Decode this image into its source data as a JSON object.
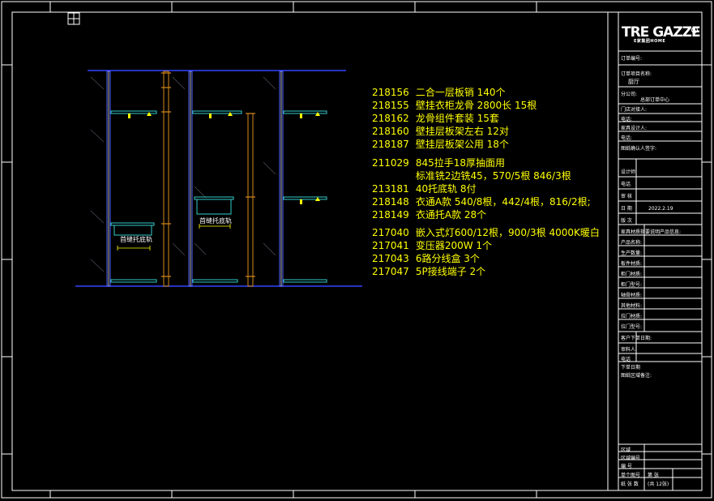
{
  "logo": {
    "main": "TRE GAZZE",
    "sub": "E家集团HOME",
    "mark": "R"
  },
  "drawing": {
    "label_left": "首缝托底轨",
    "label_mid": "首缝托底轨"
  },
  "bom": [
    {
      "code": "218156",
      "desc": "二合一层板销 140个"
    },
    {
      "code": "218155",
      "desc": "壁挂衣柜龙骨 2800长 15根"
    },
    {
      "code": "218162",
      "desc": "龙骨组件套装 15套"
    },
    {
      "code": "218160",
      "desc": "壁挂层板架左右 12对"
    },
    {
      "code": "218187",
      "desc": "壁挂层板架公用 18个"
    },
    {
      "code": "211029",
      "desc": "845拉手18厚抽面用"
    },
    {
      "code": "",
      "desc": "标准铣2边铣45，570/5根 846/3根"
    },
    {
      "code": "213181",
      "desc": "40托底轨 8付"
    },
    {
      "code": "218148",
      "desc": "衣通A款 540/8根，442/4根，816/2根;"
    },
    {
      "code": "218149",
      "desc": "衣通托A款 28个"
    },
    {
      "code": "217040",
      "desc": "嵌入式灯600/12根，900/3根 4000K暖白"
    },
    {
      "code": "217041",
      "desc": "变压器200W  1个"
    },
    {
      "code": "217043",
      "desc": "6路分线盒 3个"
    },
    {
      "code": "217047",
      "desc": "5P接线端子 2个"
    }
  ],
  "title_block": {
    "order_no": "订单编号:",
    "project": "订单项目名称:",
    "project_val": "厨厅",
    "branch": "分公司:",
    "branch_val": "总部订单中心",
    "store": "门店对接人:",
    "tel1": "电话:",
    "designer_contact": "家具设计人:",
    "tel2": "电话:",
    "confirm": "图纸确认人签字:",
    "designer": "设计师",
    "tel3": "电话",
    "review": "审   核",
    "date": "日   期",
    "date_val": "2022.2.19",
    "version": "版   次",
    "notes": "家具材质指要说明产品信息:",
    "product_name": "产品名称:",
    "qty": "生产数量:",
    "board": "板件材质:",
    "door_mat": "柜门材质:",
    "door_type": "柜门型号:",
    "edge": "轴骨材质:",
    "other": "其他材料:",
    "handle_mat": "拉门材质:",
    "handle_type": "拉门型号:",
    "order_date": "客户下单日期:",
    "orderer": "审料人",
    "tel4": "电话",
    "issue_date": "下单日期",
    "drawing_remark": "图纸区域备注:",
    "area": "区域",
    "area_no": "区域编号",
    "no": "编    号",
    "single_no": "单个图号",
    "page": "第    张",
    "sheet_total": "纸 张 数",
    "total": "(共 12张)"
  }
}
